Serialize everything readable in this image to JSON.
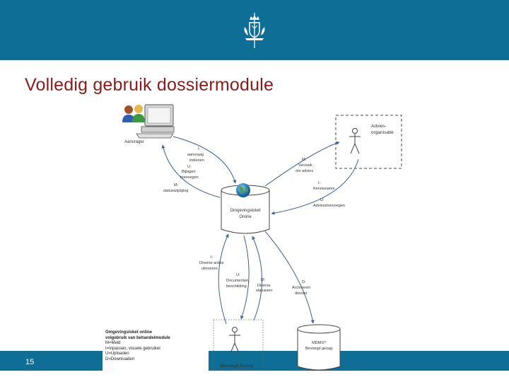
{
  "slide": {
    "title": "Volledig gebruik dossiermodule",
    "page_number": "15",
    "colors": {
      "band": "#0e6e95",
      "title": "#8b1a1a"
    }
  },
  "diagram": {
    "actors": {
      "aanvrager": "Aanvrager",
      "adviesorganisatie_1": "Advies-",
      "adviesorganisatie_2": "organisatie",
      "bevoegd_gezag": "Bevoegd Gezag"
    },
    "center": {
      "line1": "Omgevingsloket",
      "line2": "Online"
    },
    "archive": {
      "line1": "MDMS?",
      "line2": "Bevoegd gezag"
    },
    "labels": {
      "l1a": "I:",
      "l1b": "aanvraag",
      "l1c": "indienen",
      "l2a": "U:",
      "l2b": "Bijlagen",
      "l2c": "toevoegen",
      "l3a": "M:",
      "l3b": "statuswijziging",
      "l4a": "M:",
      "l4b": "Verzoek",
      "l4c": "om advies",
      "l5a": "I:",
      "l5b": "Kennisname",
      "l6a": "U:",
      "l6b": "Adviesstoevoegen",
      "l7a": "I:",
      "l7b": "Diverse acties",
      "l7c": "uitvoeren",
      "l8a": "U:",
      "l8b": "Documenten,",
      "l8c": "beschikking",
      "l9a": "M:",
      "l9b": "Diverse",
      "l9c": "statussen",
      "l10a": "D:",
      "l10b": "Archiveren",
      "l10c": "dossier"
    },
    "legend": {
      "title1": "Omgevingsloket online",
      "title2": "volgebruik van behandelmodule",
      "items": [
        "M=Meld",
        "I=Inpassen, visuele gebruiker",
        "U=Uploaden",
        "D=Downloaden"
      ]
    }
  }
}
